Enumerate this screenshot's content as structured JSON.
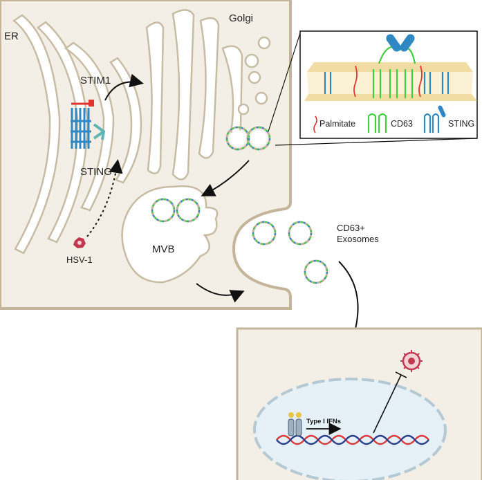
{
  "labels": {
    "er": "ER",
    "golgi": "Golgi",
    "stim1": "STIM1",
    "sting": "STING",
    "hsv1": "HSV-1",
    "mvb": "MVB",
    "exosomes_line1": "CD63+",
    "exosomes_line2": "Exosomes",
    "type1_ifns": "Type I IFNs"
  },
  "legend": {
    "palmitate": "Palmitate",
    "cd63": "CD63",
    "sting": "STING"
  },
  "colors": {
    "cell_fill": "#f3efe6",
    "membrane": "#c4b49a",
    "sting_blue": "#2f88c4",
    "cd63_green": "#3fcf3f",
    "palmitate_red": "#e0352f",
    "nucleus": "#e6f1f7",
    "virus": "#c0394f"
  }
}
